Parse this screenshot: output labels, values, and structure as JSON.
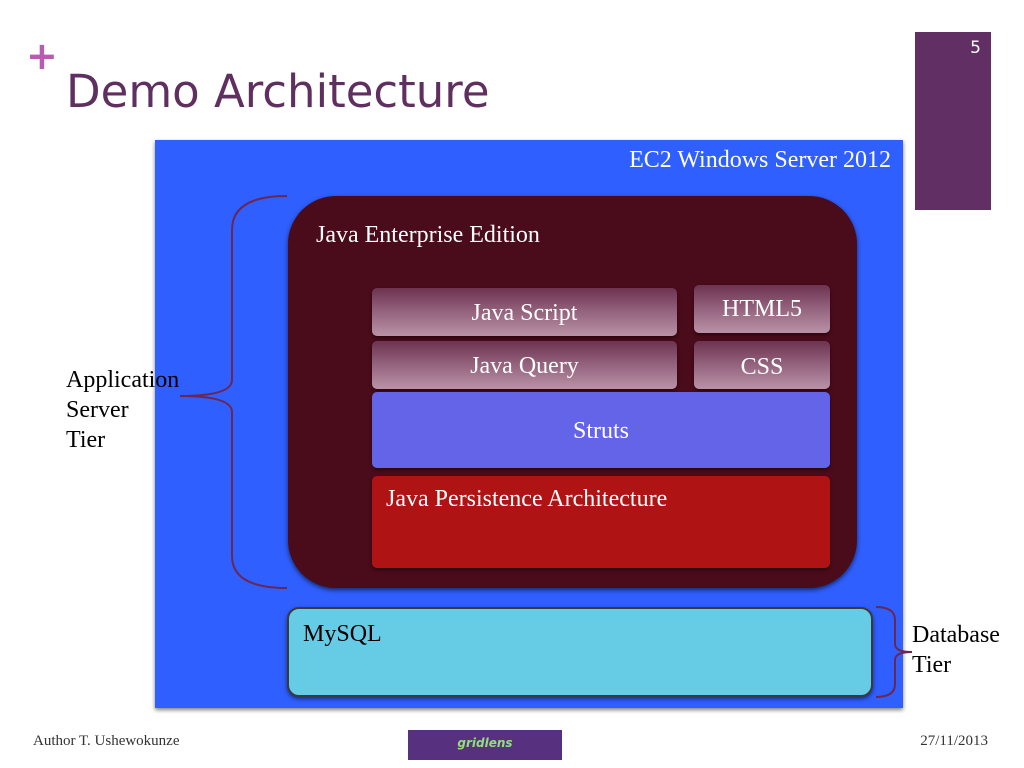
{
  "slide": {
    "title": "Demo Architecture",
    "number": "5",
    "plus_glyph": "+",
    "accent_color": "#622f64"
  },
  "diagram": {
    "container_label": "EC2 Windows Server 2012",
    "platform_label": "Java Enterprise Edition",
    "layers": {
      "java_script": "Java Script",
      "html5": "HTML5",
      "java_query": "Java Query",
      "css": "CSS",
      "struts": "Struts",
      "jpa": "Java Persistence Architecture"
    },
    "database": "MySQL",
    "tiers": {
      "application": [
        "Application",
        "Server",
        "Tier"
      ],
      "database": [
        "Database",
        "Tier"
      ]
    }
  },
  "footer": {
    "author": "Author T. Ushewokunze",
    "date": "27/11/2013",
    "logo_text": "gridlens"
  }
}
